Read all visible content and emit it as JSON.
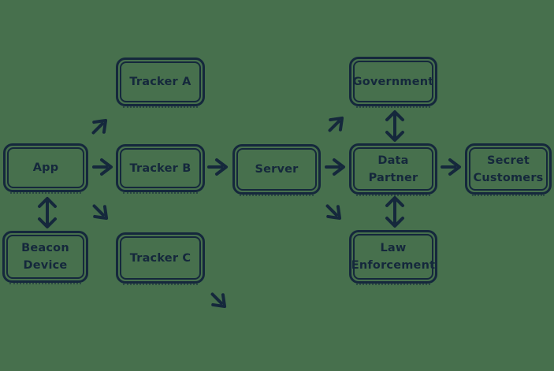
{
  "colors": {
    "background": "#47704d",
    "ink": "#15283c"
  },
  "nodes": {
    "app": {
      "label": "App"
    },
    "beacon_device": {
      "label": "Beacon Device"
    },
    "tracker_a": {
      "label": "Tracker A"
    },
    "tracker_b": {
      "label": "Tracker B"
    },
    "tracker_c": {
      "label": "Tracker C"
    },
    "server": {
      "label": "Server"
    },
    "government": {
      "label": "Government"
    },
    "data_partner": {
      "label": "Data Partner"
    },
    "law_enforcement": {
      "label": "Law Enforcement"
    },
    "secret_customers": {
      "label": "Secret Customers"
    }
  },
  "edges": [
    {
      "from": "App",
      "to": "Tracker A",
      "type": "one-way"
    },
    {
      "from": "App",
      "to": "Tracker B",
      "type": "one-way"
    },
    {
      "from": "App",
      "to": "Tracker C",
      "type": "one-way"
    },
    {
      "from": "App",
      "to": "Beacon Device",
      "type": "two-way"
    },
    {
      "from": "Tracker B",
      "to": "Server",
      "type": "one-way"
    },
    {
      "from": "Tracker C",
      "to": "off-diagram",
      "type": "one-way"
    },
    {
      "from": "Server",
      "to": "Government",
      "type": "one-way"
    },
    {
      "from": "Server",
      "to": "Data Partner",
      "type": "one-way"
    },
    {
      "from": "Server",
      "to": "Law Enforcement",
      "type": "one-way"
    },
    {
      "from": "Data Partner",
      "to": "Government",
      "type": "two-way"
    },
    {
      "from": "Data Partner",
      "to": "Law Enforcement",
      "type": "two-way"
    },
    {
      "from": "Data Partner",
      "to": "Secret Customers",
      "type": "one-way"
    }
  ]
}
